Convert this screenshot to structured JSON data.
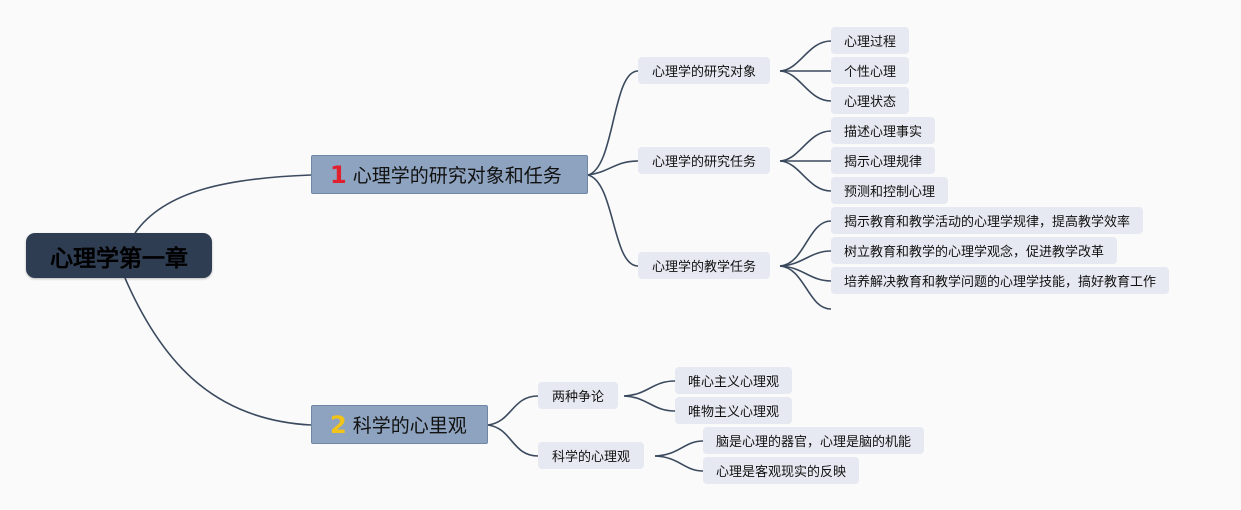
{
  "root": {
    "label": "心理学第一章"
  },
  "topics": [
    {
      "number": "1",
      "number_color": "#e0202c",
      "label": "心理学的研究对象和任务",
      "subtopics": [
        {
          "label": "心理学的研究对象",
          "items": [
            "心理过程",
            "个性心理",
            "心理状态"
          ]
        },
        {
          "label": "心理学的研究任务",
          "items": [
            "描述心理事实",
            "揭示心理规律",
            "预测和控制心理"
          ]
        },
        {
          "label": "心理学的教学任务",
          "items": [
            "揭示教育和教学活动的心理学规律，提高教学效率",
            "树立教育和教学的心理学观念，促进教学改革",
            "培养解决教育和教学问题的心理学技能，搞好教育工作"
          ]
        }
      ]
    },
    {
      "number": "2",
      "number_color": "#f2c318",
      "label": "科学的心里观",
      "subtopics": [
        {
          "label": "两种争论",
          "items": [
            "唯心主义心理观",
            "唯物主义心理观"
          ]
        },
        {
          "label": "科学的心理观",
          "items": [
            "脑是心理的器官，心理是脑的机能",
            "心理是客观现实的反映"
          ]
        }
      ]
    }
  ],
  "colors": {
    "line": "#3b4a5e",
    "root_bg": "#2f3d52",
    "topic_bg": "#8ea3bf",
    "node_bg": "#e6e9f1"
  }
}
